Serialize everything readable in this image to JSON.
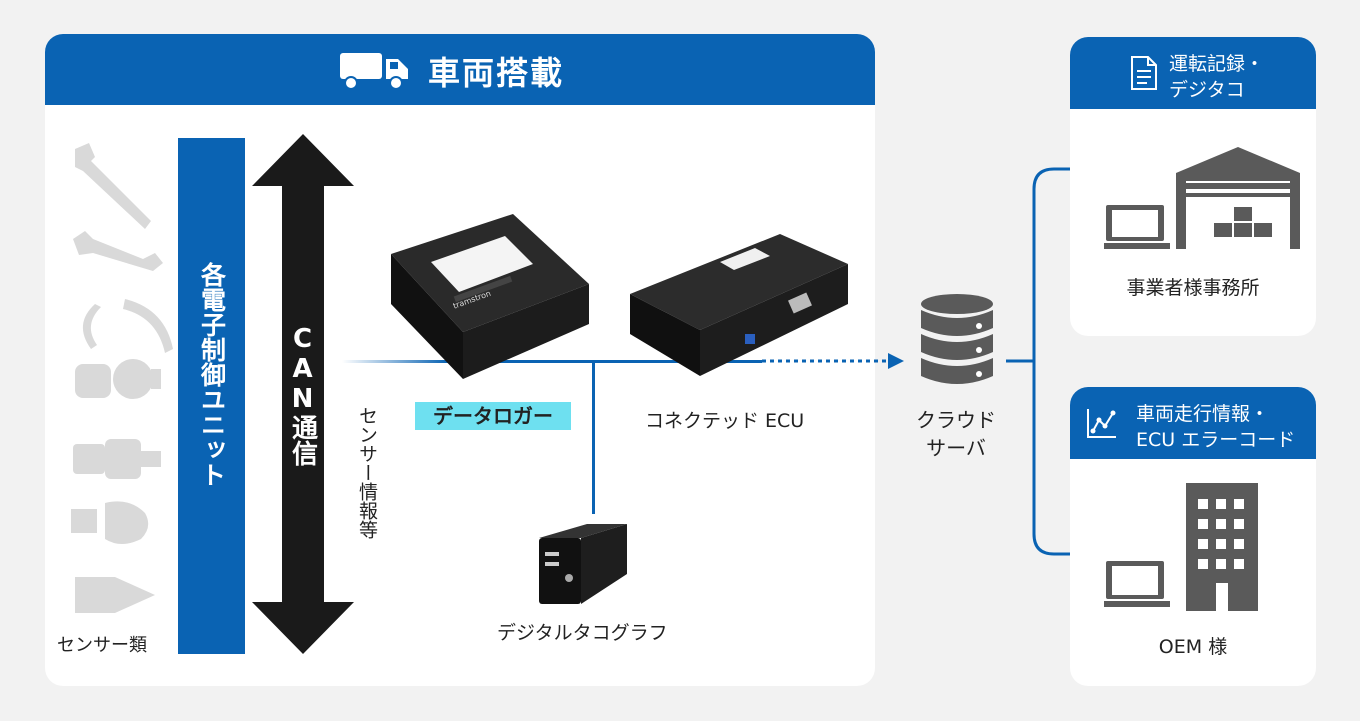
{
  "vehicle": {
    "title": "車両搭載",
    "sensors_label": "センサー類",
    "ecu_unit_label": "各電子制御ユニット",
    "can_label": "CAN通信",
    "sensor_info_label": "センサー情報等",
    "data_logger_label": "データロガー",
    "connected_ecu_label": "コネクテッド ECU",
    "tachograph_label": "デジタルタコグラフ",
    "logger_sticker": "tramstron"
  },
  "cloud": {
    "label_line1": "クラウド",
    "label_line2": "サーバ"
  },
  "outputs": [
    {
      "heading_line1": "運転記録・",
      "heading_line2": "デジタコ",
      "caption": "事業者様事務所",
      "icon": "document-icon"
    },
    {
      "heading_line1": "車両走行情報・",
      "heading_line2": "ECU エラーコード",
      "caption": "OEM 様",
      "icon": "chart-line-icon"
    }
  ],
  "colors": {
    "brand_blue": "#0a63b3",
    "highlight_cyan": "#6ee0f0",
    "arrow_black": "#1a1a1a",
    "icon_gray": "#5a5a5a"
  }
}
